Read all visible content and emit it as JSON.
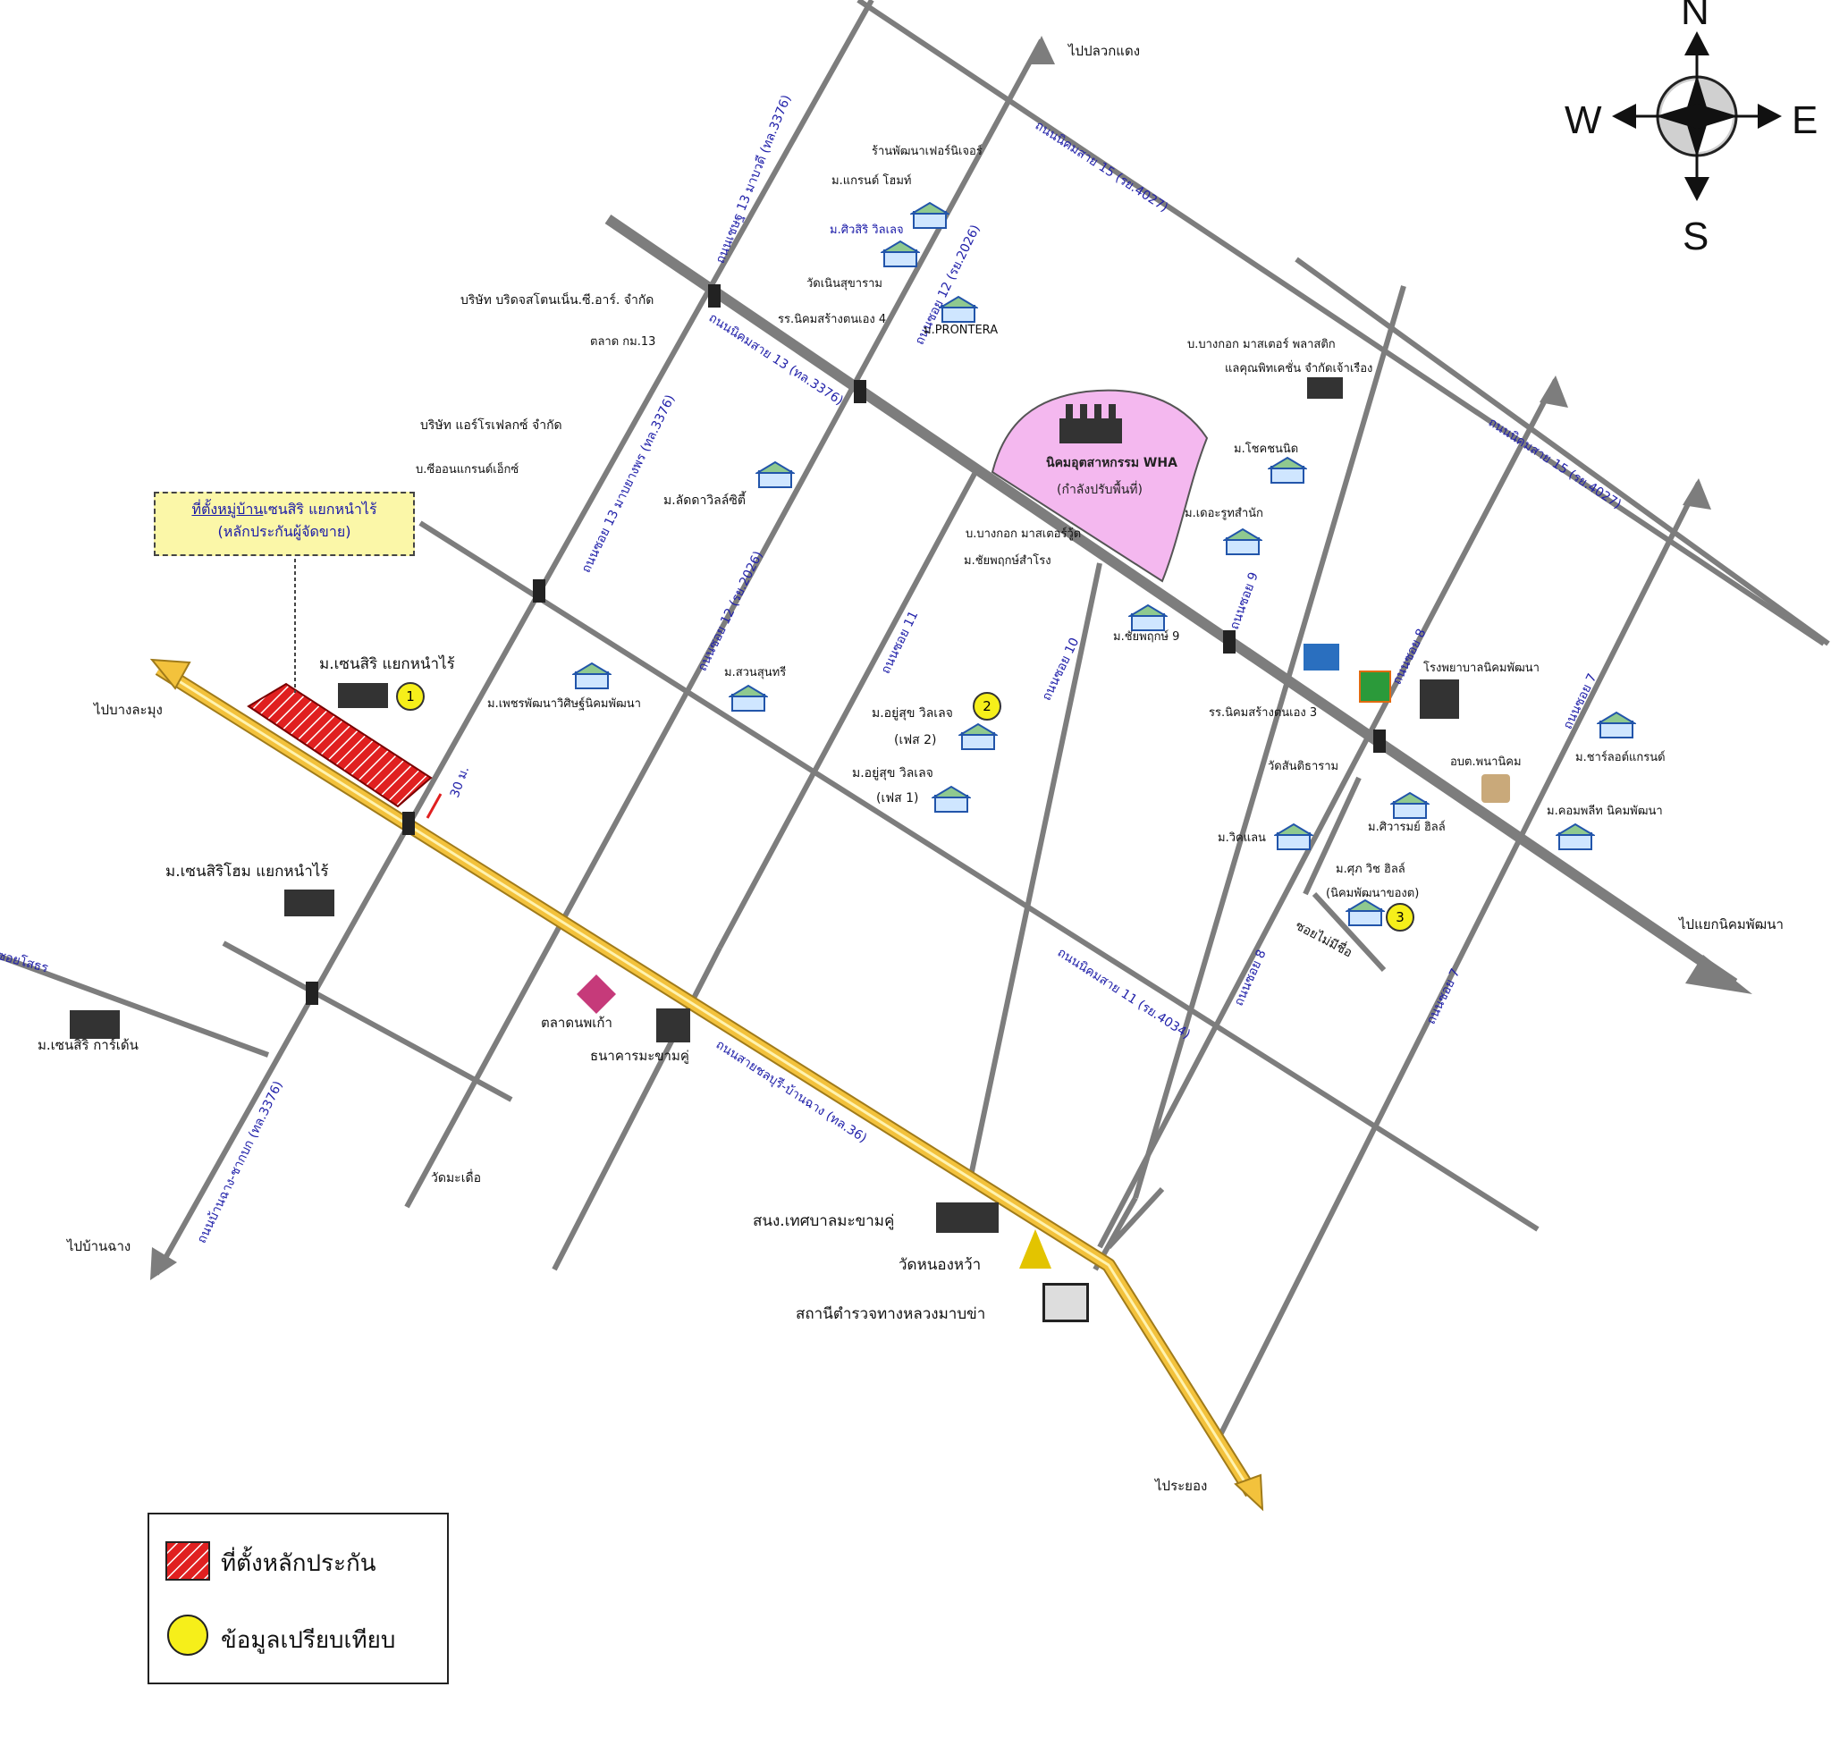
{
  "compass": {
    "n": "N",
    "s": "S",
    "e": "E",
    "w": "W"
  },
  "note": {
    "line1_a": "ที่ตั้งหมู่บ้าน",
    "line1_b": "เซนสิริ แยกหนำไร้",
    "line2": "(หลักประกันผู้จัดขาย)"
  },
  "legend": {
    "collateral": "ที่ตั้งหลักประกัน",
    "comparable": "ข้อมูลเปรียบเทียบ"
  },
  "markers": {
    "m1": "1",
    "m2": "2",
    "m3": "3"
  },
  "directions": {
    "to_pluak_daeng": "ไปปลวกแดง",
    "to_bang_lamung": "ไปบางละมุง",
    "to_ban_chang": "ไปบ้านฉาง",
    "to_rayong": "ไประยอง",
    "to_nikhom_phatthana": "ไปแยกนิคมพัฒนา",
    "soi_sai": "ซอยโสธร"
  },
  "roads": {
    "r1": "ถนนเชษฐ 13 มาบวดี (ทล.3376)",
    "r2": "ถนนนิคมสาย 15 (รย.4027)",
    "r3": "ถนนนิคมสาย 13 (ทล.3376)",
    "r4": "ถนนซอย 12 (รย.2026)",
    "r5": "ถนนซอย 13 มาบยางพร (ทล.3376)",
    "r6": "ถนนซอย 12 (รย.2026)",
    "r7": "ถนนซอย 11",
    "r8": "ถนนซอย 10",
    "r9": "ถนนซอย 9",
    "r10": "ถนนซอย 8",
    "r11": "ถนนนิคมสาย 15 (รย.4027)",
    "r12": "ถนนซอย 7",
    "r13": "ถนนนิคมสาย 11 (รย.4034)",
    "r14": "ถนนซอย 8",
    "r15": "ถนนซอย 7",
    "r16": "ถนนสายชลบุรี-บ้านฉาง (ทล.36)",
    "r17": "ถนนบ้านฉาง-ชากบก (ทล.3376)",
    "width_tag": "30 ม."
  },
  "places": {
    "p1": "ร้านพัฒนาเฟอร์นิเจอร์",
    "p2": "ม.แกรนด์ โฮมท์",
    "p3": "ม.ศิวสิริ วิลเลจ",
    "p4": "วัดเนินสุขาราม",
    "p5": "รร.นิคมสร้างตนเอง 4",
    "p6": "ม.PRONTERA",
    "p7": "บริษัท บริดจสโตนเน็น.ซี.อาร์. จำกัด",
    "p8": "ตลาด กม.13",
    "p9": "บริษัท แอร์โรเฟลกซ์ จำกัด",
    "p10": "บ.ซีออนแกรนด์เอ็กซ์",
    "p11": "ม.ลัดดาวิลล์ซิตี้",
    "p12": "ม.ชัยพฤกษ์สำโรง",
    "p13": "บ.บางกอก มาสเตอร์วู้ด",
    "p14": "นิคมอุตสาหกรรม WHA",
    "p15": "(กำลังปรับพื้นที่)",
    "p16": "บ.บางกอก มาสเตอร์ พลาสติก",
    "p17": "แลคุณพิทเคชั่น จำกัดเจ้าเรือง",
    "p18": "ม.โชคชนนิด",
    "p19": "ม.เดอะรูทสำนัก",
    "p20": "ม.เซนสิริ แยกหนำไร้",
    "p21": "ม.เพชรพัฒนาวิศิษฐ์นิคมพัฒนา",
    "p22": "ม.สวนสุนทรี",
    "p23": "ม.อยู่สุข วิลเลจ",
    "p24": "(เฟส 2)",
    "p25": "ม.อยู่สุข วิลเลจ",
    "p26": "(เฟส 1)",
    "p27": "ม.ชัยพฤกษ์ 9",
    "p28": "รร.นิคมสร้างตนเอง 3",
    "p29": "วัดสันติธาราม",
    "p30": "โรงพยาบาลนิคมพัฒนา",
    "p31": "อบต.พนานิคม",
    "p32": "ม.ชาร์ลอต์แกรนด์",
    "p33": "ม.ศิวารมย์ ฮิลล์",
    "p34": "ม.คอมพลีท นิคมพัฒนา",
    "p35": "ม.วิคแลน",
    "p36": "ม.ศุภ วิช ฮิลล์",
    "p37": "(นิคมพัฒนาของต)",
    "p38": "ซอยไม่มีชื่อ",
    "p39": "ม.เซนสิริโฮม แยกหนำไร้",
    "p40": "ม.เซนสิริ การ์เด้น",
    "p41": "ตลาดนพเก้า",
    "p42": "ธนาคารมะขามคู่",
    "p43": "วัดมะเดื่อ",
    "p44": "สนง.เทศบาลมะขามคู่",
    "p45": "วัดหนองหว้า",
    "p46": "สถานีตำรวจทางหลวงมาบข่า"
  },
  "colors": {
    "road": "#7d7d7d",
    "highway": "#f3c23c",
    "collateral": "#e02020",
    "wha": "#f4b8ef",
    "marker": "#f6ef1a"
  }
}
